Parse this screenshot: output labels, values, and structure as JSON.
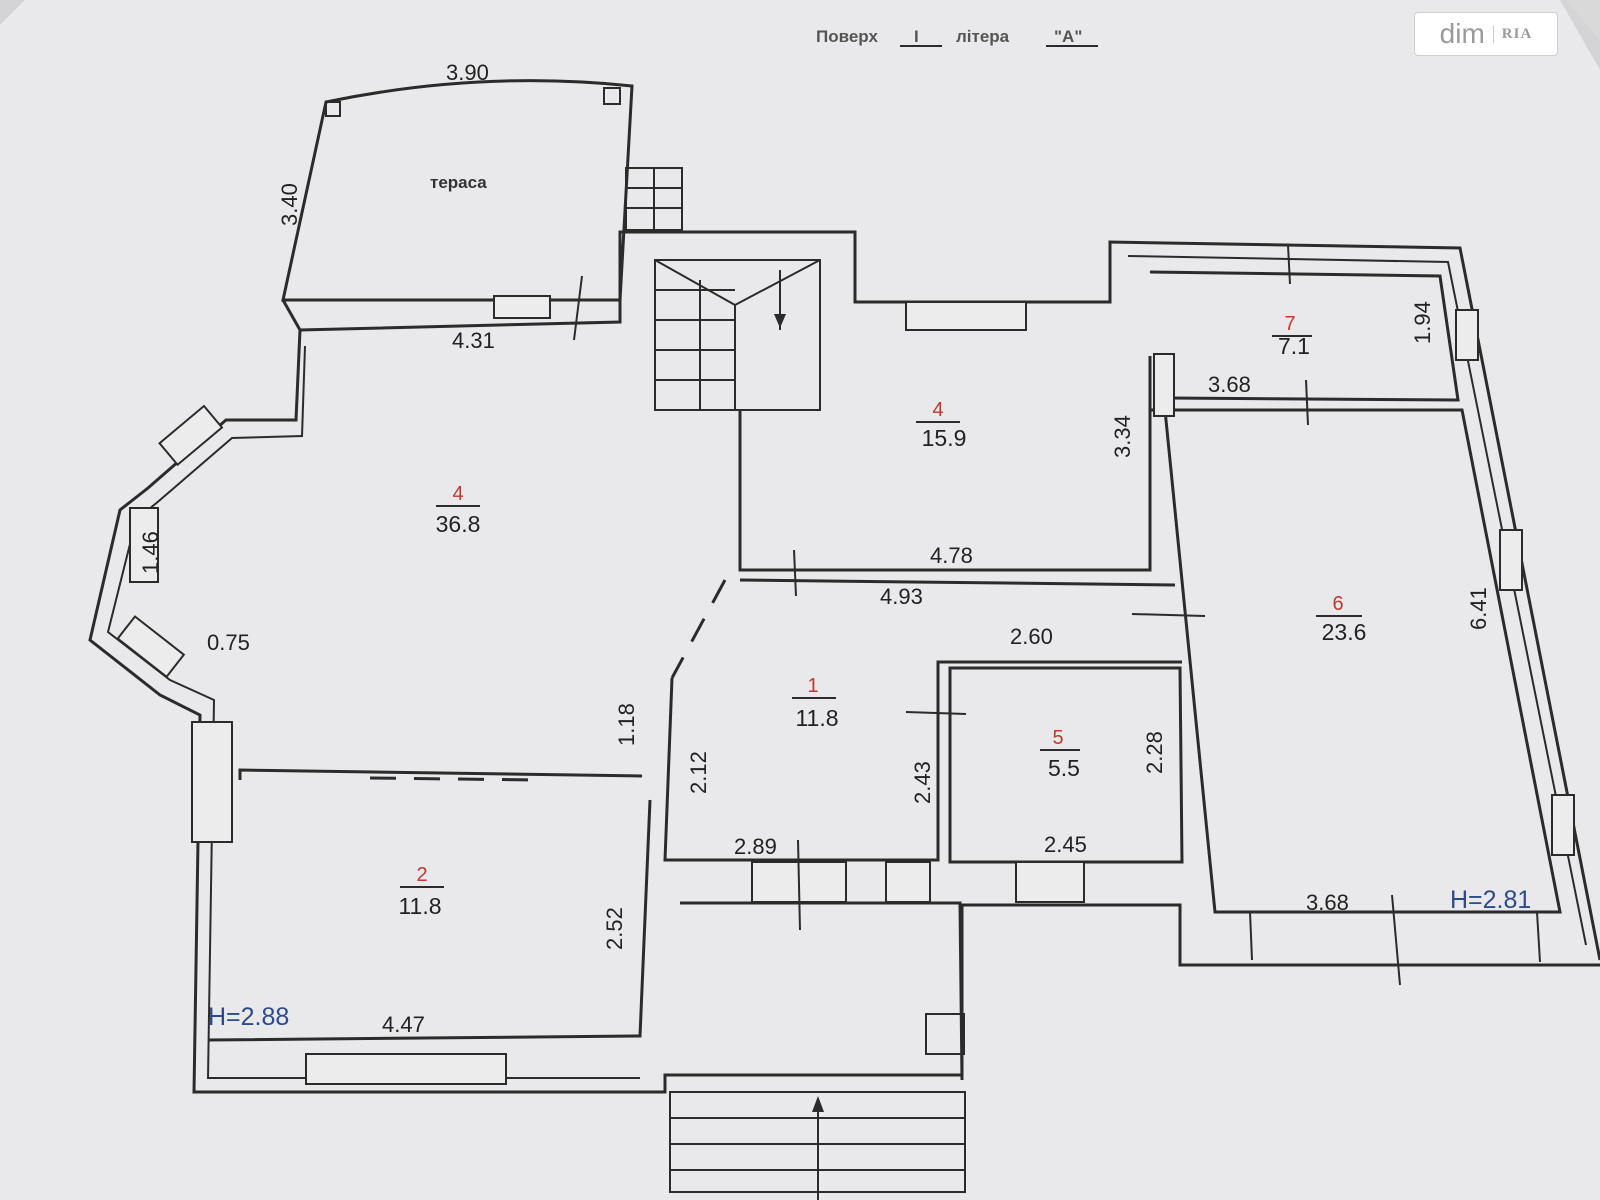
{
  "header": {
    "floor_label": "Поверх",
    "floor_value": "I",
    "letter_label": "літера",
    "letter_value": "\"А\""
  },
  "watermark": {
    "brand": "dim",
    "brand_suffix": "RIA"
  },
  "terrace_label": "тераса",
  "rooms": [
    {
      "id": "living",
      "number": "4",
      "area": "36.8"
    },
    {
      "id": "hall-top",
      "number": "4",
      "area": "15.9"
    },
    {
      "id": "entry",
      "number": "1",
      "area": "11.8"
    },
    {
      "id": "bath",
      "number": "5",
      "area": "5.5"
    },
    {
      "id": "bedroom-left",
      "number": "2",
      "area": "11.8"
    },
    {
      "id": "large-room",
      "number": "6",
      "area": "23.6"
    },
    {
      "id": "small-room",
      "number": "7",
      "area": "7.1"
    }
  ],
  "dimensions": {
    "terrace_width": "3.90",
    "terrace_depth": "3.40",
    "living_top": "4.31",
    "bay_side": "1.46",
    "bay_step": "0.75",
    "living_side": "1.18",
    "hall_width": "4.78",
    "hall_depth": "3.34",
    "corridor_width": "4.93",
    "bath_top": "2.60",
    "entry_side": "2.12",
    "bath_left": "2.43",
    "bath_right": "2.28",
    "entry_bottom": "2.89",
    "bath_bottom": "2.45",
    "bedroom_side": "2.52",
    "bedroom_bottom": "4.47",
    "small_room_width": "3.68",
    "small_room_depth": "1.94",
    "large_room_depth": "6.41",
    "large_room_bottom": "3.68"
  },
  "heights": {
    "left": "H=2.88",
    "right": "H=2.81"
  }
}
